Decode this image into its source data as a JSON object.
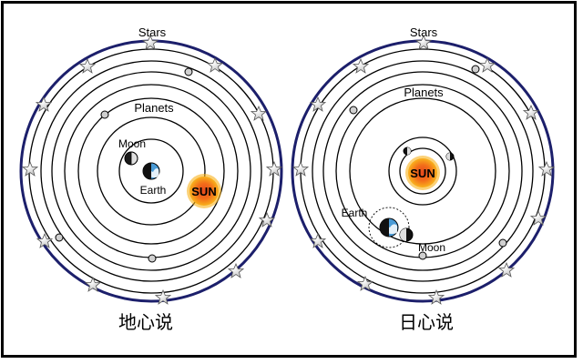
{
  "geocentric": {
    "caption": "地心说",
    "stars_label": "Stars",
    "planets_label": "Planets",
    "moon_label": "Moon",
    "earth_label": "Earth",
    "sun_label": "SUN"
  },
  "heliocentric": {
    "caption": "日心说",
    "stars_label": "Stars",
    "planets_label": "Planets",
    "sun_label": "SUN",
    "earth_label": "Earth",
    "moon_label": "Moon"
  },
  "colors": {
    "outer_ring": "#1c1f6b",
    "orbit": "#000000",
    "star_fill": "#d9d9d9",
    "sun_outer": "#f7a21b",
    "sun_inner": "#e8491d"
  }
}
